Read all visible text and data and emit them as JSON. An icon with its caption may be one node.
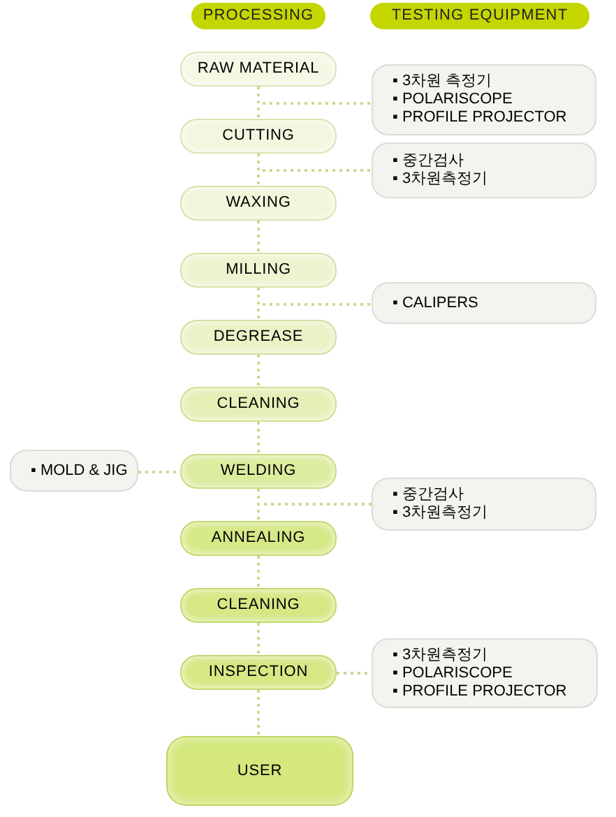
{
  "diagram": {
    "nodes": [
      {
        "text": [
          "PROCESSING"
        ]
      },
      {
        "text": [
          "TESTING EQUIPMENT"
        ]
      },
      {
        "text": [
          "RAW MATERIAL"
        ]
      },
      {
        "text": [
          "▪ 3차원 측정기",
          "▪ POLARISCOPE",
          "▪ PROFILE PROJECTOR"
        ]
      },
      {
        "text": [
          "CUTTING"
        ]
      },
      {
        "text": [
          "▪ 중간검사",
          "▪ 3차원측정기"
        ]
      },
      {
        "text": [
          "WAXING"
        ]
      },
      {
        "text": [
          "MILLING"
        ]
      },
      {
        "text": [
          "▪ CALIPERS"
        ]
      },
      {
        "text": [
          "DEGREASE"
        ]
      },
      {
        "text": [
          "CLEANING"
        ]
      },
      {
        "text": [
          "▪ MOLD & JIG"
        ]
      },
      {
        "text": [
          "WELDING"
        ]
      },
      {
        "text": [
          "▪ 중간검사",
          "▪ 3차원측정기"
        ]
      },
      {
        "text": [
          "ANNEALING"
        ]
      },
      {
        "text": [
          "CLEANING"
        ]
      },
      {
        "text": [
          "INSPECTION"
        ]
      },
      {
        "text": [
          "▪ 3차원측정기",
          "▪ POLARISCOPE",
          "▪ PROFILE PROJECTOR"
        ]
      },
      {
        "text": [
          "USER"
        ]
      }
    ],
    "edges": [
      {
        "from": 2,
        "to": 4,
        "arrow": "none"
      },
      {
        "from": 2,
        "to": 3,
        "arrow": "none"
      },
      {
        "from": 4,
        "to": 6,
        "arrow": "none"
      },
      {
        "from": 4,
        "to": 5,
        "arrow": "none"
      },
      {
        "from": 6,
        "to": 7,
        "arrow": "none"
      },
      {
        "from": 7,
        "to": 9,
        "arrow": "none"
      },
      {
        "from": 7,
        "to": 8,
        "arrow": "none"
      },
      {
        "from": 9,
        "to": 10,
        "arrow": "none"
      },
      {
        "from": 10,
        "to": 12,
        "arrow": "none"
      },
      {
        "from": 11,
        "to": 12,
        "arrow": "none"
      },
      {
        "from": 12,
        "to": 14,
        "arrow": "none"
      },
      {
        "from": 12,
        "to": 13,
        "arrow": "none"
      },
      {
        "from": 14,
        "to": 15,
        "arrow": "none"
      },
      {
        "from": 15,
        "to": 16,
        "arrow": "none"
      },
      {
        "from": 16,
        "to": 17,
        "arrow": "none"
      },
      {
        "from": 16,
        "to": 18,
        "arrow": "none"
      }
    ]
  }
}
